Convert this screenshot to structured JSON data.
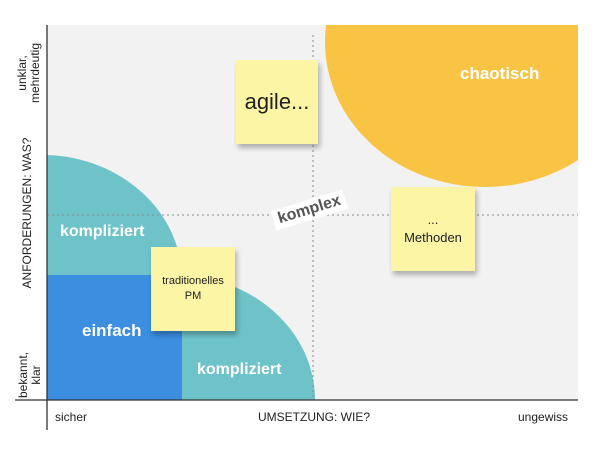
{
  "y_axis": {
    "title": "ANFORDERUNGEN: WAS?",
    "top": "unklar,\nmehrdeutig",
    "bottom": "bekannt,\nklar"
  },
  "x_axis": {
    "title": "UMSETZUNG: WIE?",
    "left": "sicher",
    "right": "ungewiss"
  },
  "regions": {
    "chaotisch": "chaotisch",
    "kompliziert_top": "kompliziert",
    "einfach": "einfach",
    "kompliziert_right": "kompliziert",
    "komplex": "komplex"
  },
  "notes": {
    "agile": "agile...",
    "traditionell": "traditionelles\nPM",
    "methoden": "...\nMethoden"
  },
  "colors": {
    "plot_bg": "#f2f2f2",
    "chaotic": "#f9c443",
    "complicated": "#6ec3c9",
    "simple": "#3c8ee1",
    "sticky": "#fdf5a6"
  }
}
